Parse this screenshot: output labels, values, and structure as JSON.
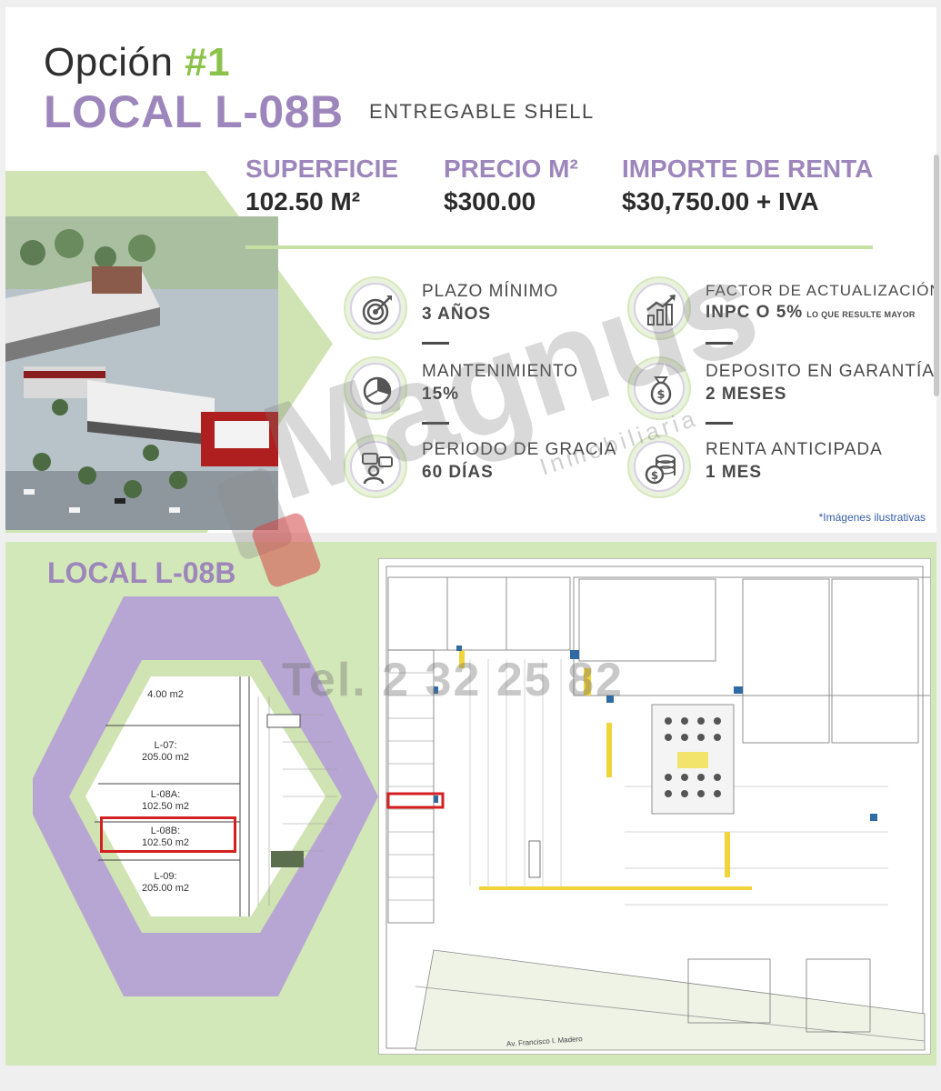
{
  "header": {
    "opcion_prefix": "Opción",
    "opcion_number": "#1",
    "local_title": "LOCAL L-08B",
    "delivery": "ENTREGABLE SHELL"
  },
  "metrics": [
    {
      "label": "SUPERFICIE",
      "value": "102.50 M²"
    },
    {
      "label": "PRECIO M²",
      "value": "$300.00"
    },
    {
      "label": "IMPORTE DE RENTA",
      "value": "$30,750.00 + IVA"
    }
  ],
  "features": [
    {
      "icon": "target-icon",
      "title": "PLAZO MÍNIMO",
      "value": "3 AÑOS"
    },
    {
      "icon": "growth-chart-icon",
      "title": "FACTOR DE ACTUALIZACIÓN",
      "value": "INPC O 5%",
      "value_note": "LO QUE RESULTE MAYOR"
    },
    {
      "icon": "pie-chart-icon",
      "title": "MANTENIMIENTO",
      "value": "15%"
    },
    {
      "icon": "money-bag-icon",
      "title": "DEPOSITO EN GARANTÍA",
      "value": "2 MESES"
    },
    {
      "icon": "chat-person-icon",
      "title": "PERIODO DE GRACIA",
      "value": "60 DÍAS"
    },
    {
      "icon": "coins-icon",
      "title": "RENTA ANTICIPADA",
      "value": "1 MES"
    }
  ],
  "note": "*Imágenes ilustrativas",
  "plan": {
    "title": "LOCAL L-08B",
    "lots": [
      {
        "id": "L-07:",
        "area": "205.00 m2"
      },
      {
        "id": "L-08A:",
        "area": "102.50 m2"
      },
      {
        "id": "L-08B:",
        "area": "102.50 m2"
      },
      {
        "id": "L-09:",
        "area": "205.00 m2"
      }
    ],
    "top_partial": "4.00 m2",
    "road": "Av. Francisco I. Madero"
  },
  "watermark": {
    "brand": "Magnus",
    "sub": "Inmobiliaria",
    "phone": "Tel. 2 32 25 82"
  },
  "colors": {
    "purple": "#9d86bb",
    "green": "#8cc24a",
    "light_green": "#d3e8b8",
    "red": "#d42020"
  }
}
